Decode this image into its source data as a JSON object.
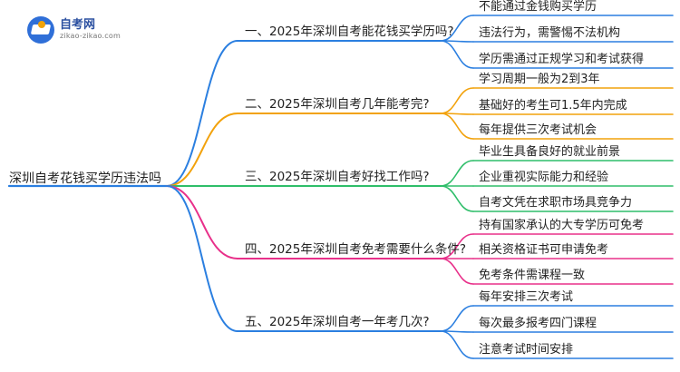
{
  "logo": {
    "title": "自考网",
    "subtitle": "zikao-zikao.com"
  },
  "mindmap": {
    "root": "深圳自考花钱买学历违法吗",
    "branches": [
      {
        "label": "一、2025年深圳自考能花钱买学历吗?",
        "color": "#2b7fe0",
        "leaves": [
          "不能通过金钱购买学历",
          "违法行为，需警惕不法机构",
          "学历需通过正规学习和考试获得"
        ]
      },
      {
        "label": "二、2025年深圳自考几年能考完?",
        "color": "#f2a20c",
        "leaves": [
          "学习周期一般为2到3年",
          "基础好的考生可1.5年内完成",
          "每年提供三次考试机会"
        ]
      },
      {
        "label": "三、2025年深圳自考好找工作吗?",
        "color": "#2fbe6a",
        "leaves": [
          "毕业生具备良好的就业前景",
          "企业重视实际能力和经验",
          "自考文凭在求职市场具竞争力"
        ]
      },
      {
        "label": "四、2025年深圳自考免考需要什么条件?",
        "color": "#e8308a",
        "leaves": [
          "持有国家承认的大专学历可免考",
          "相关资格证书可申请免考",
          "免考条件需课程一致"
        ]
      },
      {
        "label": "五、2025年深圳自考一年考几次?",
        "color": "#2b7fe0",
        "leaves": [
          "每年安排三次考试",
          "每次最多报考四门课程",
          "注意考试时间安排"
        ]
      }
    ]
  }
}
